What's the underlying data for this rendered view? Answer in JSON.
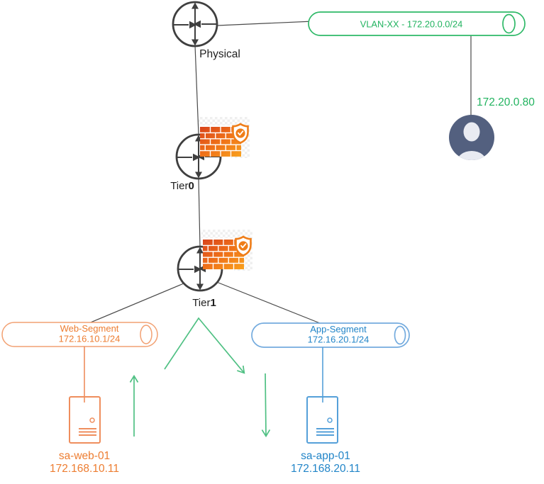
{
  "diagram": {
    "nodes": {
      "physical_router": {
        "label": "Physical",
        "icon": "router-icon"
      },
      "tier0_router": {
        "label_prefix": "Tier",
        "label_suffix": "0",
        "icon": "router-icon",
        "badge_icon": "firewall-shield-check-icon"
      },
      "tier1_router": {
        "label_prefix": "Tier",
        "label_suffix": "1",
        "icon": "router-icon",
        "badge_icon": "firewall-shield-check-icon"
      },
      "vlan_segment": {
        "label": "VLAN-XX - 172.20.0.0/24",
        "icon": "network-segment-cylinder-icon"
      },
      "external_user": {
        "ip": "172.20.0.80",
        "icon": "user-avatar-icon"
      },
      "web_segment": {
        "name": "Web-Segment",
        "cidr": "172.16.10.1/24",
        "icon": "network-segment-cylinder-icon"
      },
      "app_segment": {
        "name": "App-Segment",
        "cidr": "172.16.20.1/24",
        "icon": "network-segment-cylinder-icon"
      },
      "web_vm": {
        "name": "sa-web-01",
        "ip": "172.168.10.11",
        "icon": "vm-server-icon"
      },
      "app_vm": {
        "name": "sa-app-01",
        "ip": "172.168.20.11",
        "icon": "vm-server-icon"
      }
    },
    "colors": {
      "line_gray": "#4a4a4a",
      "router_gray": "#3f3f3f",
      "green_segment": "#2fb968",
      "green_text": "#21b35f",
      "green_arrow": "#4fc083",
      "orange_text": "#ed7d31",
      "orange_segment": "#f2a173",
      "orange_vm": "#ef8e5d",
      "blue_text": "#2285c8",
      "blue_segment": "#74abde",
      "blue_vm": "#55a0d9",
      "firewall_gradient_start": "#d8431b",
      "firewall_gradient_end": "#f9a11d",
      "shield_orange": "#ef7d18",
      "user_circle": "#53607f",
      "user_silhouette": "#e9ebf2"
    }
  }
}
